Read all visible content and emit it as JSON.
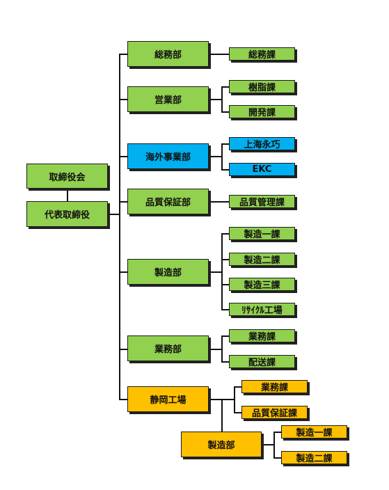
{
  "colors": {
    "green": "#92d050",
    "blue": "#00b0f0",
    "orange": "#ffc000",
    "line": "#111111"
  },
  "executive": {
    "board": "取締役会",
    "president": "代表取締役"
  },
  "divisions": [
    {
      "name": "総務部",
      "color": "green",
      "sections": [
        "総務課"
      ]
    },
    {
      "name": "営業部",
      "color": "green",
      "sections": [
        "樹脂課",
        "開発課"
      ]
    },
    {
      "name": "海外事業部",
      "color": "blue",
      "sections": [
        "上海永巧",
        "EKC"
      ]
    },
    {
      "name": "品質保証部",
      "color": "green",
      "sections": [
        "品質管理課"
      ]
    },
    {
      "name": "製造部",
      "color": "green",
      "sections": [
        "製造一課",
        "製造二課",
        "製造三課",
        "ﾘｻｲｸﾙ工場"
      ]
    },
    {
      "name": "業務部",
      "color": "green",
      "sections": [
        "業務課",
        "配送課"
      ]
    },
    {
      "name": "静岡工場",
      "color": "orange",
      "sections": [
        "業務課",
        "品質保証課"
      ],
      "subdivision": {
        "name": "製造部",
        "sections": [
          "製造一課",
          "製造二課"
        ]
      }
    }
  ]
}
